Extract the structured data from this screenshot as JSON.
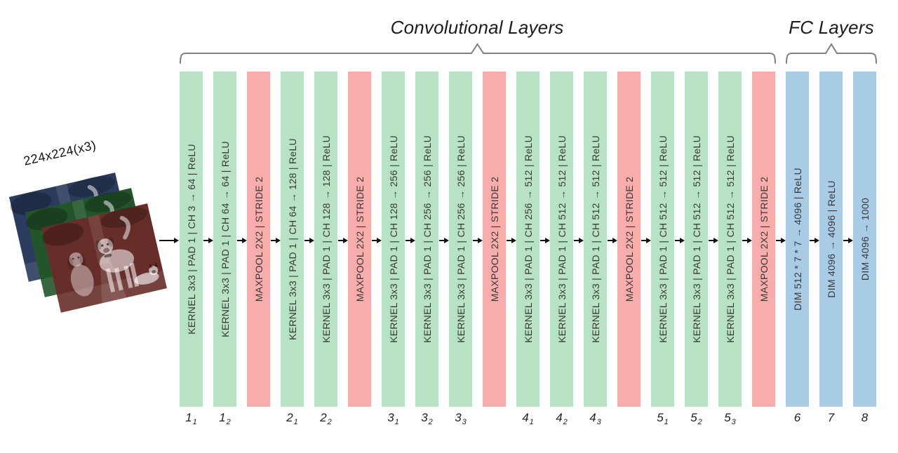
{
  "titles": {
    "conv": "Convolutional Layers",
    "fc": "FC Layers"
  },
  "input": {
    "label": "224x224(x3)"
  },
  "colors": {
    "conv_green": "#b7e2c3",
    "pool_red": "#f9adab",
    "fc_blue": "#a8cbe6",
    "brace_gray": "#7f7f7f",
    "bar_text": "#383838"
  },
  "layers": [
    {
      "type": "conv",
      "text": "KERNEL 3x3 | PAD 1 | CH 3 → 64 | ReLU",
      "idx": "1",
      "sub": "1"
    },
    {
      "type": "conv",
      "text": "KERNEL 3x3 | PAD 1 | CH 64 → 64 | ReLU",
      "idx": "1",
      "sub": "2"
    },
    {
      "type": "pool",
      "text": "MAXPOOL 2X2 | STRIDE 2",
      "idx": "",
      "sub": ""
    },
    {
      "type": "conv",
      "text": "KERNEL 3x3 | PAD 1 | CH 64 → 128 | ReLU",
      "idx": "2",
      "sub": "1"
    },
    {
      "type": "conv",
      "text": "KERNEL 3x3 | PAD 1 | CH 128 → 128 | ReLU",
      "idx": "2",
      "sub": "2"
    },
    {
      "type": "pool",
      "text": "MAXPOOL 2X2 | STRIDE 2",
      "idx": "",
      "sub": ""
    },
    {
      "type": "conv",
      "text": "KERNEL 3x3 | PAD 1 | CH 128 → 256 | ReLU",
      "idx": "3",
      "sub": "1"
    },
    {
      "type": "conv",
      "text": "KERNEL 3x3 | PAD 1 | CH 256 → 256 | ReLU",
      "idx": "3",
      "sub": "2"
    },
    {
      "type": "conv",
      "text": "KERNEL 3x3 | PAD 1 | CH 256 → 256 | ReLU",
      "idx": "3",
      "sub": "3"
    },
    {
      "type": "pool",
      "text": "MAXPOOL 2X2 | STRIDE 2",
      "idx": "",
      "sub": ""
    },
    {
      "type": "conv",
      "text": "KERNEL 3x3 | PAD 1 | CH 256 → 512 | ReLU",
      "idx": "4",
      "sub": "1"
    },
    {
      "type": "conv",
      "text": "KERNEL 3x3 | PAD 1 | CH 512 → 512 | ReLU",
      "idx": "4",
      "sub": "2"
    },
    {
      "type": "conv",
      "text": "KERNEL 3x3 | PAD 1 | CH 512 → 512 | ReLU",
      "idx": "4",
      "sub": "3"
    },
    {
      "type": "pool",
      "text": "MAXPOOL 2X2 | STRIDE 2",
      "idx": "",
      "sub": ""
    },
    {
      "type": "conv",
      "text": "KERNEL 3x3 | PAD 1 | CH 512 → 512 | ReLU",
      "idx": "5",
      "sub": "1"
    },
    {
      "type": "conv",
      "text": "KERNEL 3x3 | PAD 1 | CH 512 → 512 | ReLU",
      "idx": "5",
      "sub": "2"
    },
    {
      "type": "conv",
      "text": "KERNEL 3x3 | PAD 1 | CH 512 → 512 | ReLU",
      "idx": "5",
      "sub": "3"
    },
    {
      "type": "pool",
      "text": "MAXPOOL 2X2 | STRIDE 2",
      "idx": "",
      "sub": ""
    },
    {
      "type": "fc",
      "text": "DIM 512 * 7 * 7 → 4096 | ReLU",
      "idx": "6",
      "sub": ""
    },
    {
      "type": "fc",
      "text": "DIM 4096 → 4096 | ReLU",
      "idx": "7",
      "sub": ""
    },
    {
      "type": "fc",
      "text": "DIM 4096 → 1000",
      "idx": "8",
      "sub": ""
    }
  ]
}
